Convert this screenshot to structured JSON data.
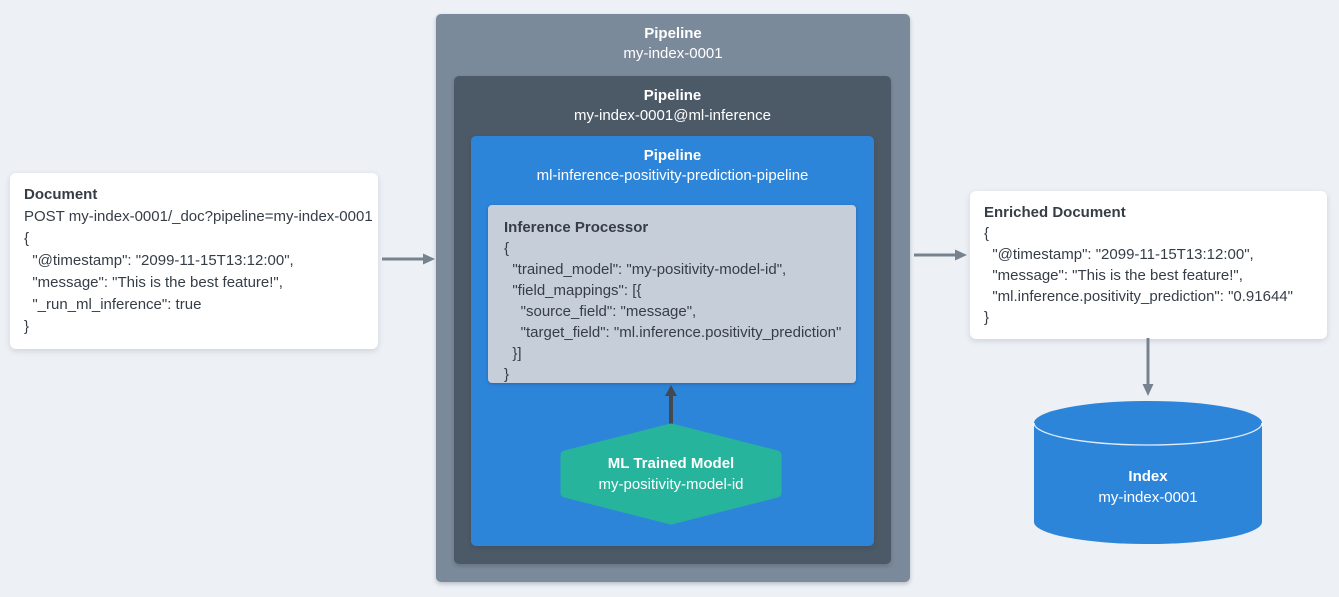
{
  "colors": {
    "bg": "#edf1f6",
    "card": "#ffffff",
    "text": "#363d47",
    "outer_box": "#7b8a9a",
    "mid_box": "#4c5a68",
    "blue": "#2d85da",
    "proc_bg": "#c6cfd9",
    "green": "#26b49c",
    "arrow": "#76828f",
    "dark_arrow": "#43494f"
  },
  "document_card": {
    "title": "Document",
    "lines": [
      "POST my-index-0001/_doc?pipeline=my-index-0001",
      "{",
      "  \"@timestamp\": \"2099-11-15T13:12:00\",",
      "  \"message\": \"This is the best feature!\",",
      "  \"_run_ml_inference\": true",
      "}"
    ]
  },
  "pipeline_outer": {
    "label": "Pipeline",
    "name": "my-index-0001"
  },
  "pipeline_mid": {
    "label": "Pipeline",
    "name": "my-index-0001@ml-inference"
  },
  "pipeline_inner": {
    "label": "Pipeline",
    "name": "ml-inference-positivity-prediction-pipeline"
  },
  "inference_processor": {
    "title": "Inference Processor",
    "lines": [
      "{",
      "  \"trained_model\": \"my-positivity-model-id\",",
      "  \"field_mappings\": [{",
      "    \"source_field\": \"message\",",
      "    \"target_field\": \"ml.inference.positivity_prediction\"",
      "  }]",
      "}"
    ]
  },
  "ml_model": {
    "title": "ML Trained Model",
    "name": "my-positivity-model-id"
  },
  "enriched_card": {
    "title": "Enriched Document",
    "lines": [
      "{",
      "  \"@timestamp\": \"2099-11-15T13:12:00\",",
      "  \"message\": \"This is the best feature!\",",
      "  \"ml.inference.positivity_prediction\": \"0.91644\"",
      "}"
    ]
  },
  "index_store": {
    "title": "Index",
    "name": "my-index-0001"
  }
}
